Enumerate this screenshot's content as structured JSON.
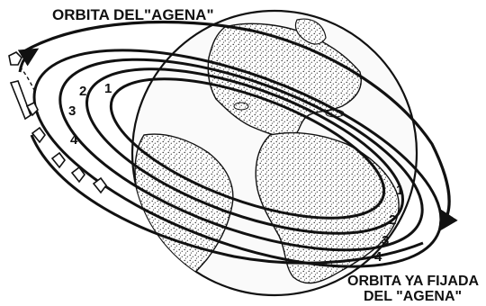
{
  "labels": {
    "agena_orbit": "ORBITA DEL\"AGENA\"",
    "fixed_orbit_line1": "ORBITA YA FIJADA",
    "fixed_orbit_line2": "DEL \"AGENA\""
  },
  "orbit_numbers_left": [
    "2",
    "1",
    "3",
    "4"
  ],
  "orbit_numbers_right": [
    "1",
    "2",
    "3",
    "4"
  ],
  "colors": {
    "ink": "#111111",
    "globe_fill": "#f4f4f4",
    "land_stipple": "#1a1a1a",
    "background": "#ffffff"
  },
  "icons": [
    "globe-icon",
    "rocket-stage-icon",
    "spacecraft-icon"
  ]
}
